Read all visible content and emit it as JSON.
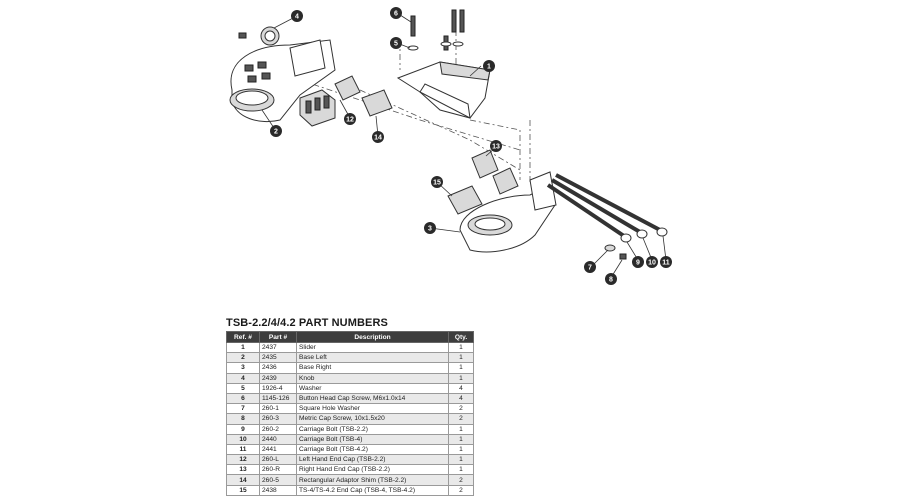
{
  "diagram": {
    "callouts": [
      "1",
      "2",
      "3",
      "4",
      "5",
      "6",
      "7",
      "8",
      "9",
      "10",
      "11",
      "12",
      "13",
      "14",
      "15"
    ]
  },
  "table": {
    "title": "TSB-2.2/4/4.2 PART NUMBERS",
    "headers": {
      "ref": "Ref. #",
      "part": "Part #",
      "desc": "Description",
      "qty": "Qty."
    },
    "rows": [
      {
        "ref": "1",
        "part": "2437",
        "desc": "Slider",
        "qty": "1"
      },
      {
        "ref": "2",
        "part": "2435",
        "desc": "Base Left",
        "qty": "1"
      },
      {
        "ref": "3",
        "part": "2436",
        "desc": "Base Right",
        "qty": "1"
      },
      {
        "ref": "4",
        "part": "2439",
        "desc": "Knob",
        "qty": "1"
      },
      {
        "ref": "5",
        "part": "1926-4",
        "desc": "Washer",
        "qty": "4"
      },
      {
        "ref": "6",
        "part": "1145-126",
        "desc": "Button Head Cap Screw, M6x1.0x14",
        "qty": "4"
      },
      {
        "ref": "7",
        "part": "260-1",
        "desc": "Square Hole Washer",
        "qty": "2"
      },
      {
        "ref": "8",
        "part": "260-3",
        "desc": "Metric Cap Screw, 10x1.5x20",
        "qty": "2"
      },
      {
        "ref": "9",
        "part": "260-2",
        "desc": "Carriage Bolt (TSB-2.2)",
        "qty": "1"
      },
      {
        "ref": "10",
        "part": "2440",
        "desc": "Carriage Bolt (TSB-4)",
        "qty": "1"
      },
      {
        "ref": "11",
        "part": "2441",
        "desc": "Carriage Bolt (TSB-4.2)",
        "qty": "1"
      },
      {
        "ref": "12",
        "part": "260-L",
        "desc": "Left Hand End Cap (TSB-2.2)",
        "qty": "1"
      },
      {
        "ref": "13",
        "part": "260-R",
        "desc": "Right Hand End Cap (TSB-2.2)",
        "qty": "1"
      },
      {
        "ref": "14",
        "part": "260-5",
        "desc": "Rectangular Adaptor Shim (TSB-2.2)",
        "qty": "2"
      },
      {
        "ref": "15",
        "part": "2438",
        "desc": "TS-4/TS-4.2 End Cap (TSB-4, TSB-4.2)",
        "qty": "2"
      }
    ]
  }
}
